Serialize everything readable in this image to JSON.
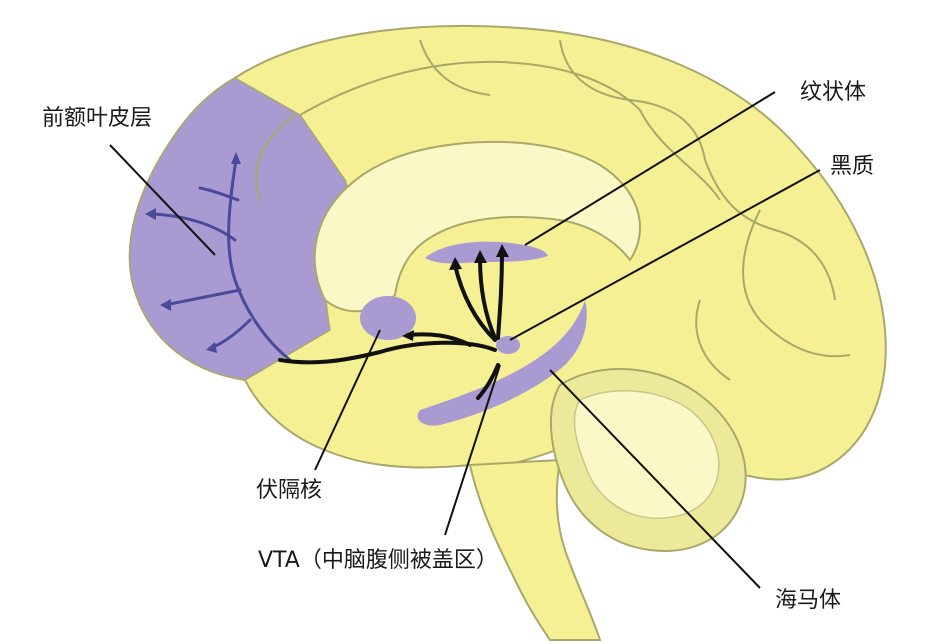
{
  "labels": {
    "prefrontal_cortex": "前额叶皮层",
    "striatum": "纹状体",
    "substantia_nigra": "黑质",
    "nucleus_accumbens": "伏隔核",
    "vta": "VTA（中脑腹侧被盖区）",
    "hippocampus": "海马体"
  },
  "colors": {
    "brain_fill": "#f5f094",
    "brain_outline": "#a9a86a",
    "inner_fill": "#fbf8c8",
    "dopamine_region": "#a99bd2",
    "cortex_pathway": "#4b4a9a",
    "pathway": "#111111",
    "cerebellum_fill": "#ecea9a"
  }
}
